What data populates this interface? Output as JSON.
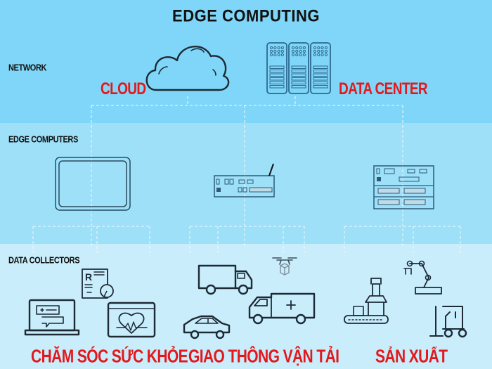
{
  "title": "EDGE COMPUTING",
  "tiers": {
    "network": "NETWORK",
    "edge_computers": "EDGE COMPUTERS",
    "data_collectors": "DATA COLLECTORS"
  },
  "network_nodes": {
    "cloud": {
      "label": "CLOUD",
      "icon": "cloud-icon"
    },
    "data_center": {
      "label": "DATA CENTER",
      "icon": "server-rack-icon"
    }
  },
  "edge_nodes": [
    {
      "icon": "tablet-icon"
    },
    {
      "icon": "router-icon"
    },
    {
      "icon": "rack-server-icon"
    }
  ],
  "collector_groups": [
    {
      "label": "CHĂM SÓC SỨC KHỎE",
      "icons": [
        "prescription-icon",
        "laptop-chat-icon",
        "heart-monitor-icon"
      ]
    },
    {
      "label": "GIAO THÔNG VẬN TẢI",
      "icons": [
        "truck-icon",
        "drone-package-icon",
        "car-icon",
        "ambulance-icon"
      ]
    },
    {
      "label": "SẢN XUẤT",
      "icons": [
        "robot-arm-icon",
        "conveyor-machine-icon",
        "forklift-icon"
      ]
    }
  ],
  "colors": {
    "label_red": "#e3181c",
    "band_network": "#80d6f8",
    "band_edge": "#9de0f8",
    "band_collectors": "#c9edfb"
  }
}
